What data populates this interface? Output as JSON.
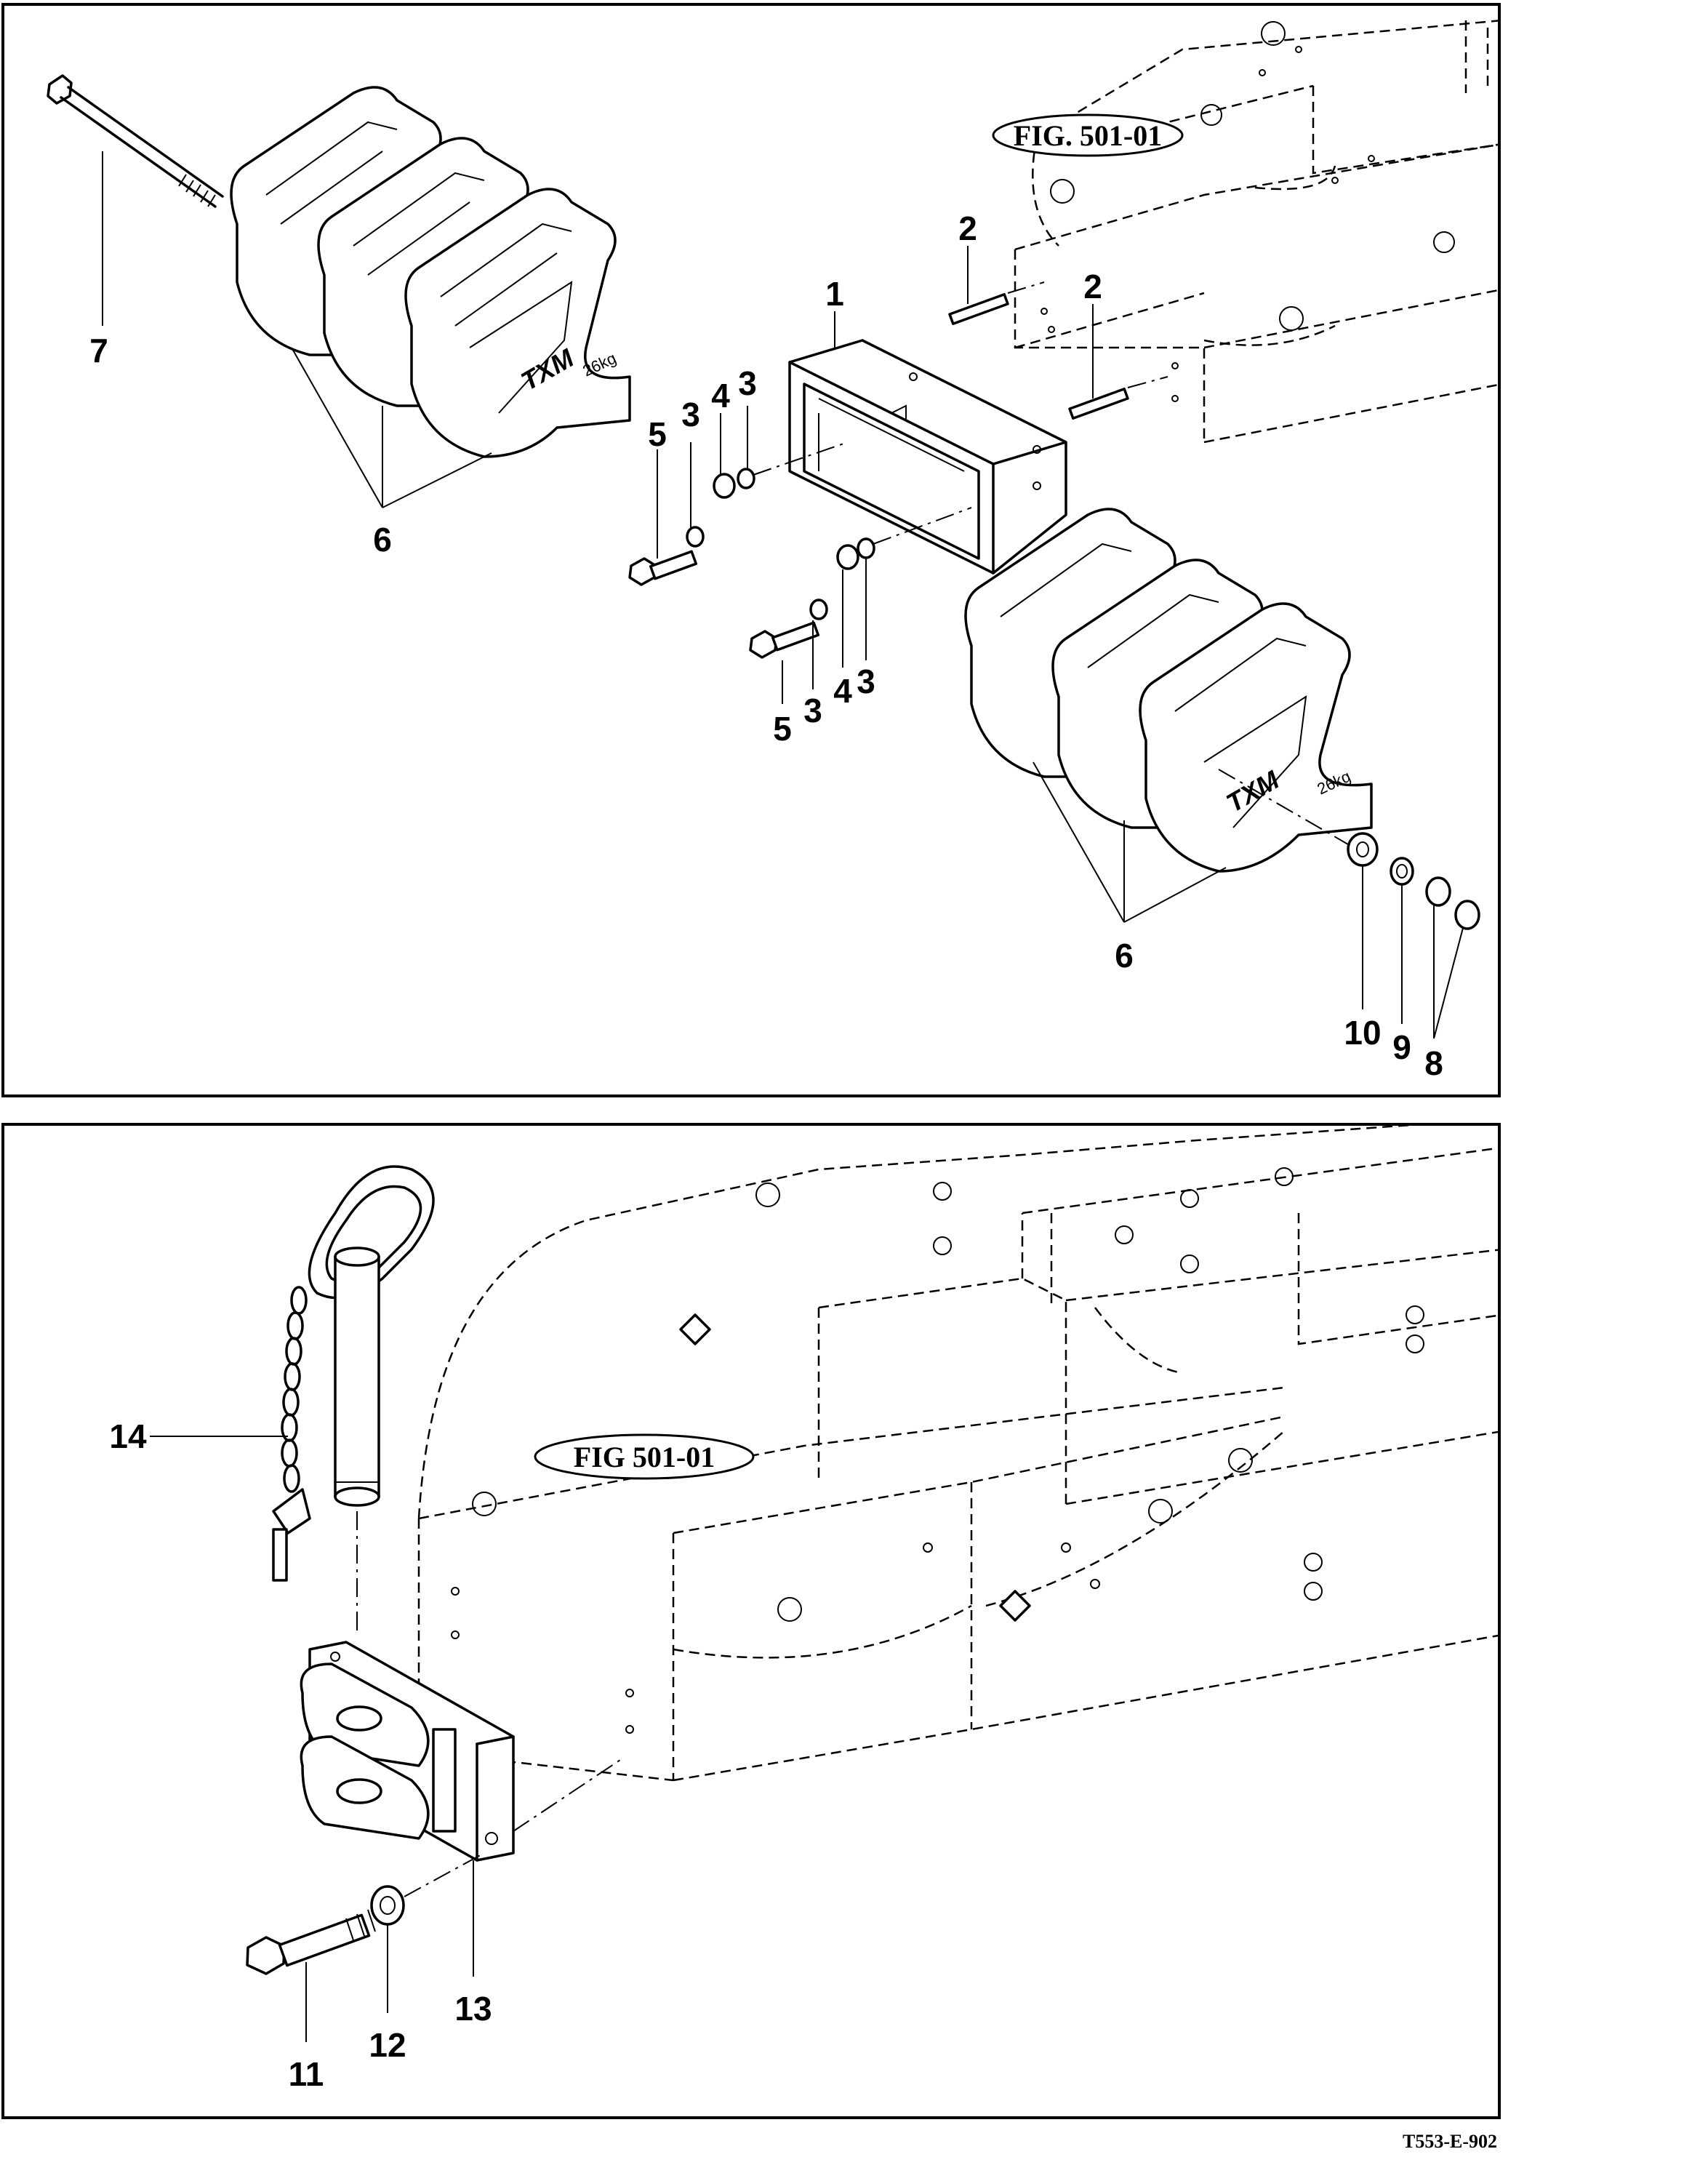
{
  "top_panel": {
    "figure_reference": "FIG. 501-01",
    "weight_label": "26kg",
    "brand_logo": "TXM",
    "callouts": {
      "c1": "1",
      "c2a": "2",
      "c2b": "2",
      "c3a": "3",
      "c3b": "3",
      "c3c": "3",
      "c3d": "3",
      "c4a": "4",
      "c4b": "4",
      "c5a": "5",
      "c5b": "5",
      "c6a": "6",
      "c6b": "6",
      "c7": "7",
      "c8": "8",
      "c9": "9",
      "c10": "10"
    }
  },
  "bottom_panel": {
    "figure_reference": "FIG 501-01",
    "callouts": {
      "c11": "11",
      "c12": "12",
      "c13": "13",
      "c14": "14"
    }
  },
  "document_code": "T553-E-902"
}
